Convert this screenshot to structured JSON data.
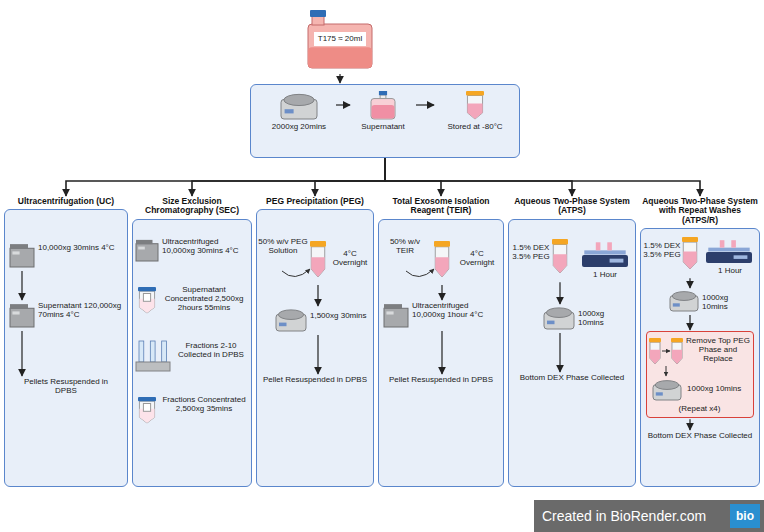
{
  "diagram": {
    "nodes": [
      {
        "text": [
          "T175 ≈ 20ml"
        ]
      },
      {
        "text": []
      },
      {
        "text": [
          "2000xg 20mins"
        ],
        "in": 1
      },
      {
        "text": [
          "Supernatant"
        ],
        "in": 1
      },
      {
        "text": [
          "Stored at -80°C"
        ],
        "in": 1
      },
      {
        "text": [
          "Ultracentrifugation (UC)"
        ]
      },
      {
        "text": [
          "10,000xg 30mins 4°C"
        ],
        "in": 5
      },
      {
        "text": [
          "Supernatant 120,000xg 70mins 4°C"
        ],
        "in": 5
      },
      {
        "text": [
          "Pellets Resuspended in DPBS"
        ],
        "in": 5
      },
      {
        "text": [
          "Size Exclusion Chromatography (SEC)"
        ]
      },
      {
        "text": [
          "Ultracentrifuged 10,000xg 30mins 4°C"
        ],
        "in": 9
      },
      {
        "text": [
          "Supernatant Concentrated 2,500xg 2hours 55mins"
        ],
        "in": 9
      },
      {
        "text": [
          "Fractions 2-10 Collected in DPBS"
        ],
        "in": 9
      },
      {
        "text": [
          "Fractions Concentrated 2,500xg 35mins"
        ],
        "in": 9
      },
      {
        "text": [
          "PEG Precipitation (PEG)"
        ]
      },
      {
        "text": [
          "50% w/v PEG Solution",
          "4°C Overnight"
        ],
        "in": 14
      },
      {
        "text": [
          "1,500xg 30mins"
        ],
        "in": 14
      },
      {
        "text": [
          "Pellet Resuspended in DPBS"
        ],
        "in": 14
      },
      {
        "text": [
          "Total Exosome Isolation Reagent (TEIR)"
        ]
      },
      {
        "text": [
          "50% w/v TEIR",
          "4°C Overnight"
        ],
        "in": 18
      },
      {
        "text": [
          "Ultracentrifuged 10,000xg 1hour 4°C"
        ],
        "in": 18
      },
      {
        "text": [
          "Pellet Resuspended in DPBS"
        ],
        "in": 18
      },
      {
        "text": [
          "Aqueous Two-Phase System (ATPS)"
        ]
      },
      {
        "text": [
          "1.5% DEX 3.5% PEG",
          "1 Hour"
        ],
        "in": 22
      },
      {
        "text": [
          "1000xg 10mins"
        ],
        "in": 22
      },
      {
        "text": [
          "Bottom DEX Phase Collected"
        ],
        "in": 22
      },
      {
        "text": [
          "Aqueous Two-Phase System with Repeat Washes (ATPS/R)"
        ]
      },
      {
        "text": [
          "1.5% DEX 3.5% PEG",
          "1 Hour"
        ],
        "in": 26
      },
      {
        "text": [
          "1000xg 10mins"
        ],
        "in": 26
      },
      {
        "text": [
          "Remove Top PEG Phase and Replace",
          "1000xg 10mins",
          "(Repeat x4)"
        ],
        "in": 26
      },
      {
        "text": [
          "Bottom DEX Phase Collected"
        ],
        "in": 26
      }
    ],
    "edges": [
      {
        "from": 0,
        "to": 1,
        "arrow": "to"
      },
      {
        "from": 2,
        "to": 3,
        "arrow": "to"
      },
      {
        "from": 3,
        "to": 4,
        "arrow": "to"
      },
      {
        "from": 1,
        "to": 5,
        "arrow": "to"
      },
      {
        "from": 1,
        "to": 9,
        "arrow": "to"
      },
      {
        "from": 1,
        "to": 14,
        "arrow": "to"
      },
      {
        "from": 1,
        "to": 18,
        "arrow": "to"
      },
      {
        "from": 1,
        "to": 22,
        "arrow": "to"
      },
      {
        "from": 1,
        "to": 26,
        "arrow": "to"
      },
      {
        "from": 6,
        "to": 7,
        "arrow": "to"
      },
      {
        "from": 7,
        "to": 8,
        "arrow": "to"
      },
      {
        "from": 15,
        "to": 16,
        "arrow": "to"
      },
      {
        "from": 16,
        "to": 17,
        "arrow": "to"
      },
      {
        "from": 19,
        "to": 20,
        "arrow": "to"
      },
      {
        "from": 20,
        "to": 21,
        "arrow": "to"
      },
      {
        "from": 23,
        "to": 24,
        "arrow": "to"
      },
      {
        "from": 24,
        "to": 25,
        "arrow": "to"
      },
      {
        "from": 27,
        "to": 28,
        "arrow": "to"
      },
      {
        "from": 28,
        "to": 29,
        "arrow": "to"
      },
      {
        "from": 29,
        "to": 30,
        "arrow": "to"
      }
    ],
    "labels": [
      "Created in BioRender.com",
      "bio"
    ]
  }
}
